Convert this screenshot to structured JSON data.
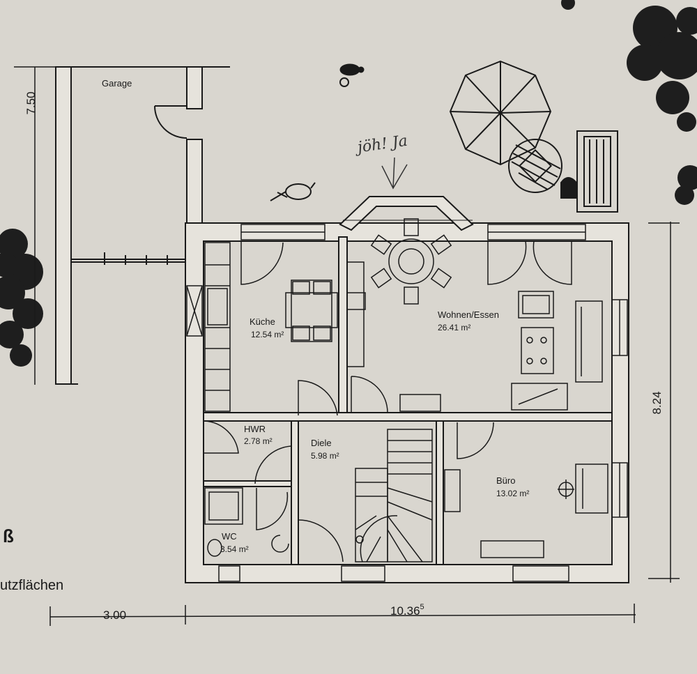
{
  "rooms": {
    "garage": {
      "name": "Garage"
    },
    "kueche": {
      "name": "Küche",
      "area": "12.54 m²"
    },
    "wohnen": {
      "name": "Wohnen/Essen",
      "area": "26.41 m²"
    },
    "hwr": {
      "name": "HWR",
      "area": "2.78 m²"
    },
    "diele": {
      "name": "Diele",
      "area": "5.98 m²"
    },
    "buero": {
      "name": "Büro",
      "area": "13.02 m²"
    },
    "wc": {
      "name": "WC",
      "area": "3.54 m²"
    }
  },
  "dimensions": {
    "garage_depth": "7.50",
    "house_depth": "8.24",
    "garage_width": "3.00",
    "house_width": "10.36",
    "house_width_sup": "5"
  },
  "fragments": {
    "heading_fragment": "ß",
    "footer_fragment": "utzflächen"
  },
  "handwriting": {
    "note": "jöh! Ja"
  },
  "colors": {
    "paper": "#d9d6cf",
    "ink": "#1a1a1a",
    "wall_fill": "#e6e3dc"
  }
}
